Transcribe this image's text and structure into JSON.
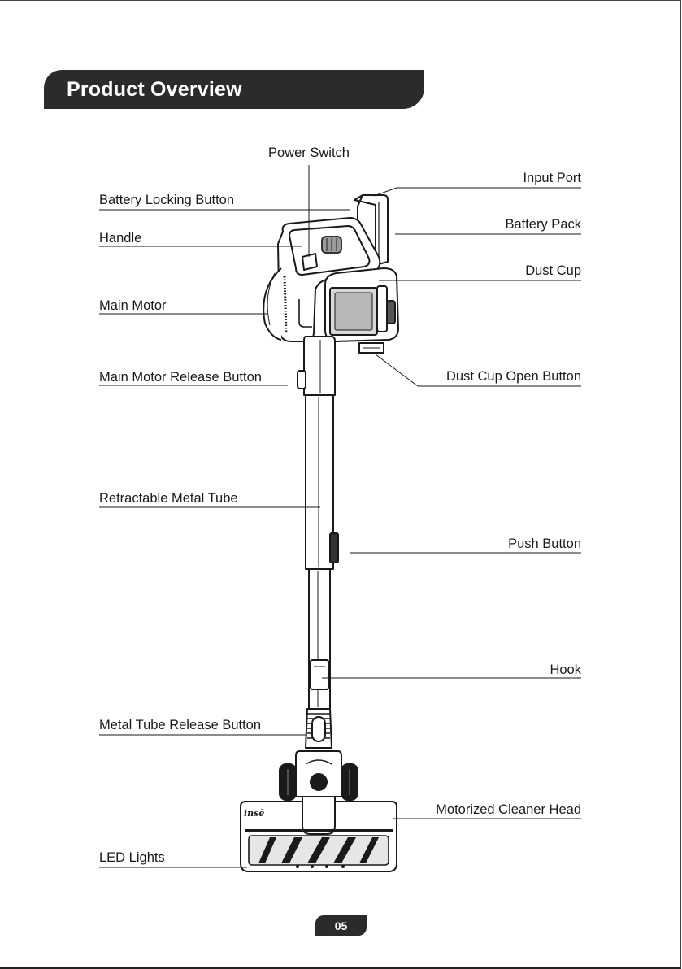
{
  "page": {
    "title": "Product Overview",
    "page_number": "05"
  },
  "labels": {
    "power_switch": "Power Switch",
    "input_port": "Input Port",
    "battery_locking_button": "Battery Locking Button",
    "battery_pack": "Battery Pack",
    "handle": "Handle",
    "dust_cup": "Dust Cup",
    "main_motor": "Main Motor",
    "main_motor_release_button": "Main Motor Release Button",
    "dust_cup_open_button": "Dust Cup Open Button",
    "retractable_metal_tube": "Retractable Metal Tube",
    "push_button": "Push Button",
    "hook": "Hook",
    "metal_tube_release_button": "Metal Tube Release Button",
    "motorized_cleaner_head": "Motorized Cleaner Head",
    "led_lights": "LED Lights"
  },
  "brand": {
    "logo_text": "insē"
  },
  "colors": {
    "title_bar": "#2b2b2b",
    "line": "#1a1a1a",
    "title_text": "#ffffff"
  }
}
